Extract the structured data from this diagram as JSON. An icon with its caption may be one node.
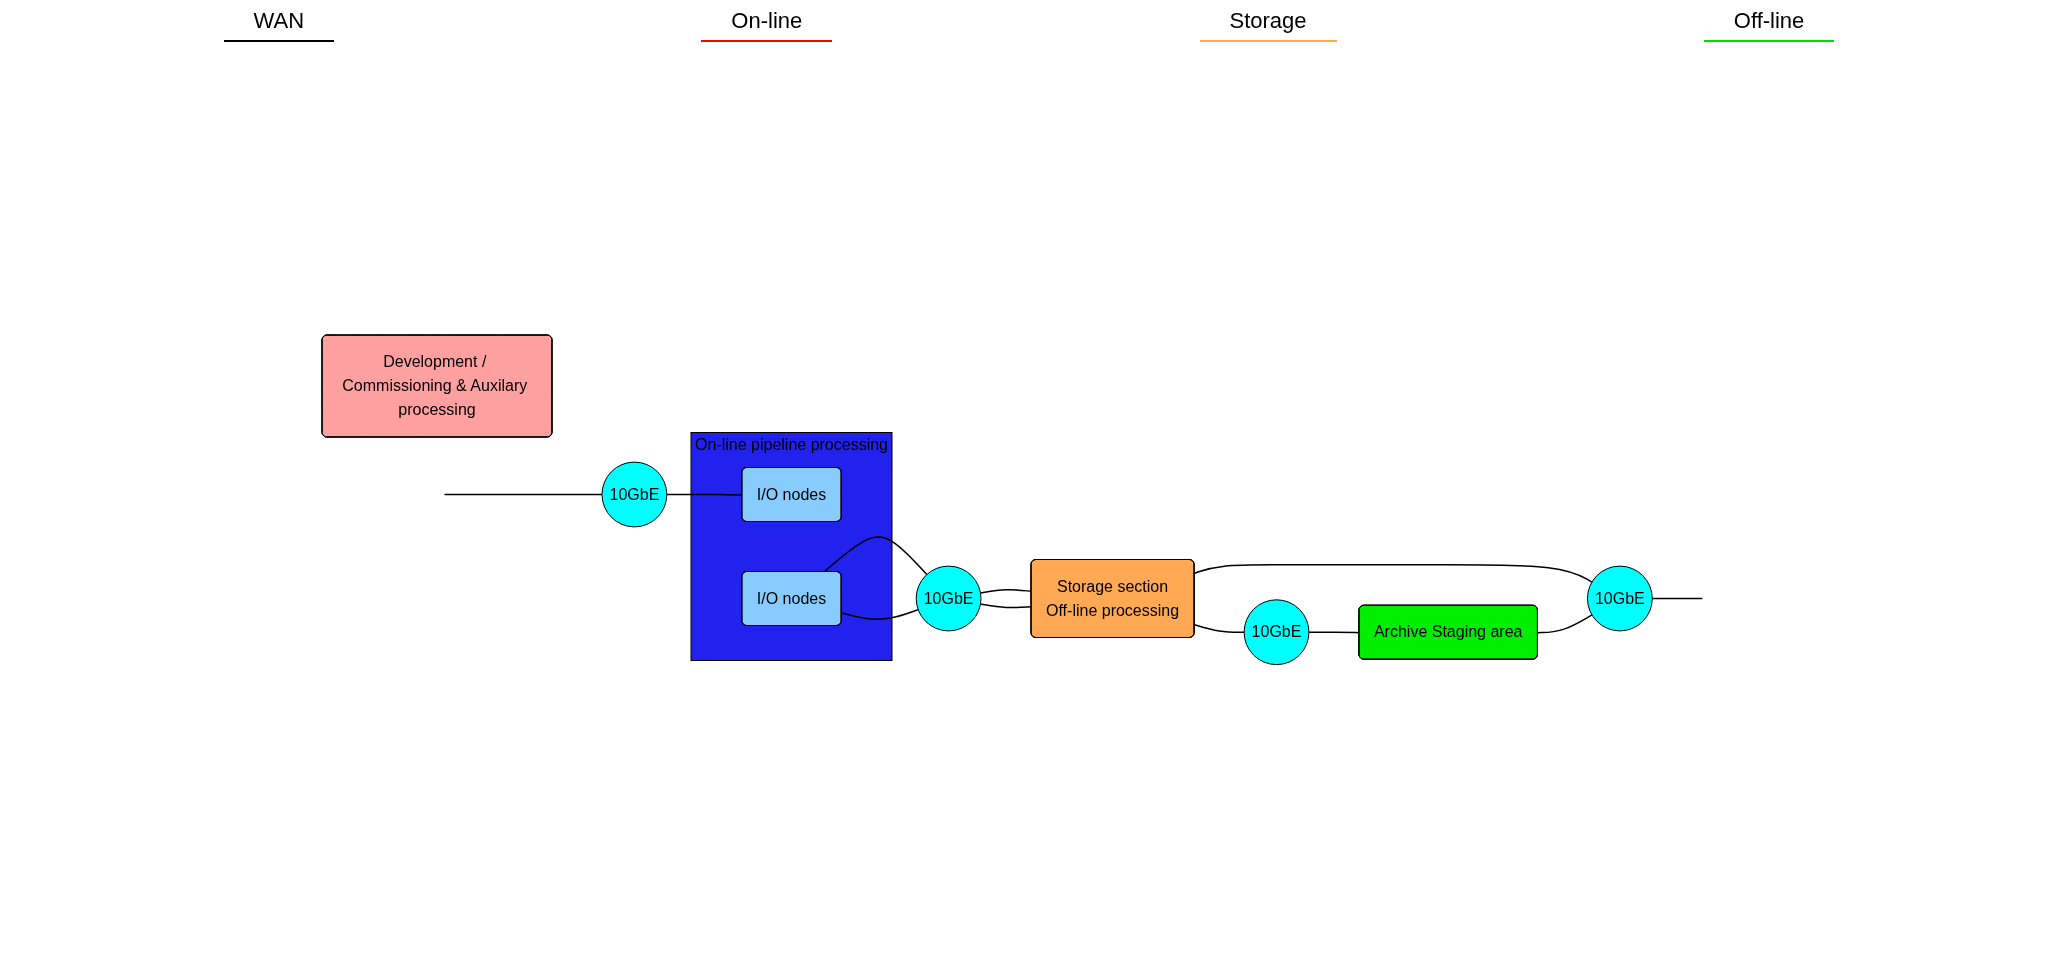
{
  "diagram": {
    "nodes": [
      {
        "text": [
          "10GbE"
        ]
      },
      {
        "text": [
          "On-line pipeline processing"
        ]
      },
      {
        "text": [
          "I/O nodes"
        ],
        "in": 1
      },
      {
        "text": [
          "I/O nodes"
        ],
        "in": 1
      },
      {
        "text": [
          "10GbE"
        ]
      },
      {
        "text": [
          "Storage section",
          "Off-line processing"
        ]
      },
      {
        "text": [
          "Development / Commissioning & Auxilary processing"
        ]
      },
      {
        "text": [
          "10GbE"
        ]
      },
      {
        "text": [
          "Archive Staging area"
        ]
      },
      {
        "text": [
          "10GbE"
        ]
      }
    ],
    "edges": [
      {
        "from": null,
        "to": 0,
        "arrow": "none"
      },
      {
        "from": 0,
        "to": 2,
        "arrow": "none"
      },
      {
        "from": 3,
        "to": 4,
        "arrow": "none"
      },
      {
        "from": 3,
        "to": 4,
        "arrow": "none"
      },
      {
        "from": 4,
        "to": 5,
        "arrow": "none"
      },
      {
        "from": 4,
        "to": 5,
        "arrow": "none"
      },
      {
        "from": 5,
        "to": 7,
        "arrow": "none"
      },
      {
        "from": 7,
        "to": 8,
        "arrow": "none"
      },
      {
        "from": 5,
        "to": 9,
        "arrow": "none"
      },
      {
        "from": 8,
        "to": 9,
        "arrow": "none"
      },
      {
        "from": 9,
        "to": null,
        "arrow": "none"
      }
    ],
    "labels": [
      "WAN",
      "On-line",
      "Storage",
      "Off-line"
    ]
  }
}
